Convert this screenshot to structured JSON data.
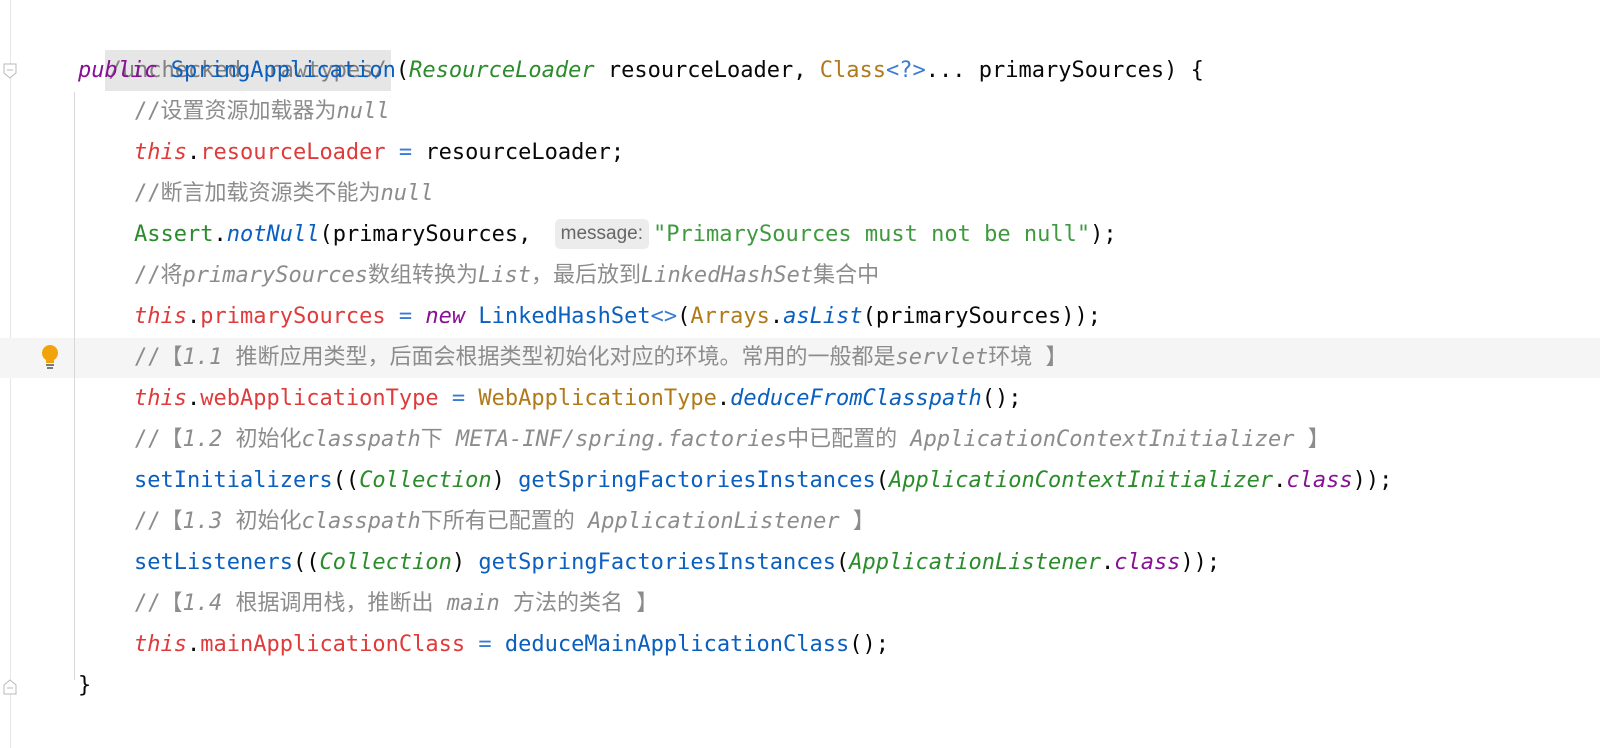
{
  "editor": {
    "annotation": "/unchecked, rawtypes/",
    "sig": {
      "public": "public",
      "name": "SpringApplication",
      "p1_type": "ResourceLoader",
      "p1_name": " resourceLoader, ",
      "p2_type": "Class",
      "p2_generic": "<?>",
      "p2_rest": "... primarySources) {"
    },
    "c1": "//设置资源加载器为",
    "c1_null": "null",
    "l2": {
      "this": "this",
      "dot": ".",
      "field": "resourceLoader",
      "eq": " = ",
      "rest": "resourceLoader;"
    },
    "c2": "//断言加载资源类不能为",
    "c2_null": "null",
    "l3": {
      "cls": "Assert",
      "dot": ".",
      "method": "notNull",
      "args": "(primarySources, ",
      "hint": "message:",
      "str": "\"PrimarySources must not be null\"",
      "end": ");"
    },
    "c3": {
      "a": "//将",
      "b": "primarySources",
      "c": "数组转换为",
      "d": "List",
      "e": "，最后放到",
      "f": "LinkedHashSet",
      "g": "集合中"
    },
    "l4": {
      "this": "this",
      "dot": ".",
      "field": "primarySources",
      "eq": " = ",
      "new": "new",
      "cls": " LinkedHashSet",
      "diamond": "<>",
      "p": "(",
      "arrays": "Arrays",
      "dot2": ".",
      "method": "asList",
      "end": "(primarySources));"
    },
    "c4": {
      "a": "//【",
      "b": "1.1",
      "c": " 推断应用类型，后面会根据类型初始化对应的环境。常用的一般都是",
      "d": "servlet",
      "e": "环境 】"
    },
    "l5": {
      "this": "this",
      "dot": ".",
      "field": "webApplicationType",
      "eq": " = ",
      "cls": "WebApplicationType",
      "dot2": ".",
      "method": "deduceFromClasspath",
      "end": "();"
    },
    "c5": {
      "a": "//【",
      "b": "1.2",
      "c": " 初始化",
      "d": "classpath",
      "e": "下 ",
      "f": "META-INF/spring.factories",
      "g": "中已配置的 ",
      "h": "ApplicationContextInitializer",
      "i": " 】"
    },
    "l6": {
      "method": "setInitializers",
      "p": "((",
      "type": "Collection",
      "p2": ") ",
      "method2": "getSpringFactoriesInstances",
      "p3": "(",
      "type2": "ApplicationContextInitializer",
      "dot": ".",
      "kw": "class",
      "end": "));"
    },
    "c6": {
      "a": "//【",
      "b": "1.3",
      "c": " 初始化",
      "d": "classpath",
      "e": "下所有已配置的 ",
      "f": "ApplicationListener",
      "g": " 】"
    },
    "l7": {
      "method": "setListeners",
      "p": "((",
      "type": "Collection",
      "p2": ") ",
      "method2": "getSpringFactoriesInstances",
      "p3": "(",
      "type2": "ApplicationListener",
      "dot": ".",
      "kw": "class",
      "end": "));"
    },
    "c7": {
      "a": "//【",
      "b": "1.4",
      "c": " 根据调用栈，推断出 ",
      "d": "main",
      "e": " 方法的类名 】"
    },
    "l8": {
      "this": "this",
      "dot": ".",
      "field": "mainApplicationClass",
      "eq": " = ",
      "method": "deduceMainApplicationClass",
      "end": "();"
    },
    "close": "}"
  },
  "colors": {
    "keyword": "#871094",
    "field": "#df3b3b",
    "method": "#0a5fbf",
    "type": "#2a8c2a",
    "string": "#3f9a3f",
    "comment": "#8c8c8c",
    "orange": "#b07a1a",
    "bulb": "#f0a30a"
  }
}
